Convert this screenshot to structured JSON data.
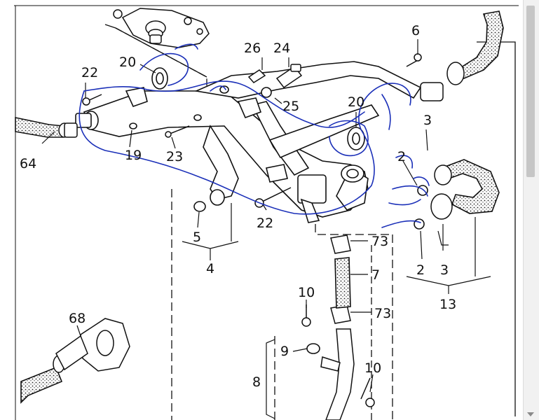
{
  "diagram": {
    "part_labels": {
      "p6": "6",
      "p26": "26",
      "p24": "24",
      "p22a": "22",
      "p20a": "20",
      "p25": "25",
      "p20b": "20",
      "p3a": "3",
      "p64": "64",
      "p19": "19",
      "p23": "23",
      "p2a": "2",
      "p5": "5",
      "p22b": "22",
      "p73a": "73",
      "p4": "4",
      "p2b": "2",
      "p3b": "3",
      "p7": "7",
      "p13": "13",
      "p10a": "10",
      "p73b": "73",
      "p68": "68",
      "p9": "9",
      "p10b": "10",
      "p8": "8"
    },
    "colors": {
      "line": "#111111",
      "hose_fill": "#d9d9d9",
      "annotation": "#1a2fb8"
    }
  }
}
